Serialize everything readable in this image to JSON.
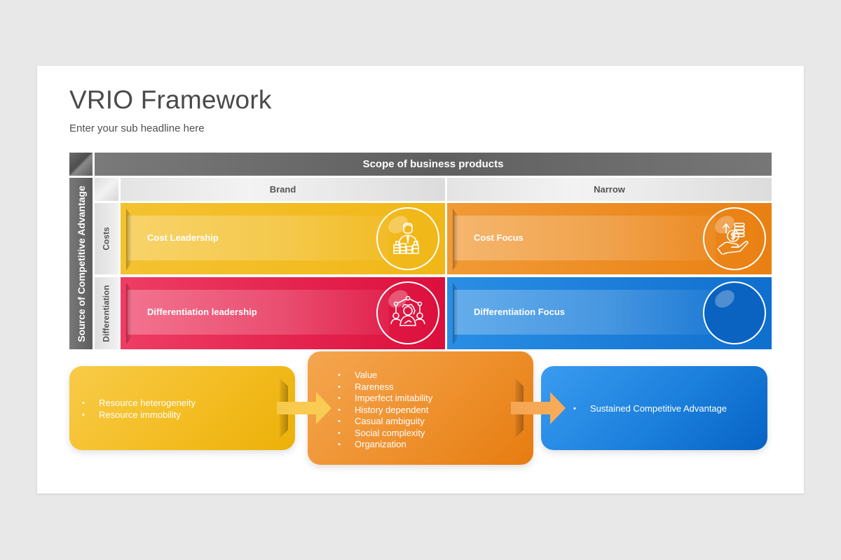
{
  "slide": {
    "title": "VRIO Framework",
    "subtitle": "Enter your sub headline here"
  },
  "matrix": {
    "top_header": "Scope of business products",
    "side_header": "Source of Competitive Advantage",
    "columns": [
      "Brand",
      "Narrow"
    ],
    "rows": [
      "Costs",
      "Differentiation"
    ],
    "cells": [
      {
        "label": "Cost Leadership",
        "color": "#f2b91c",
        "icon": "businessman-money-icon"
      },
      {
        "label": "Cost Focus",
        "color": "#ec8a22",
        "icon": "hand-coins-dollar-icon"
      },
      {
        "label": "Differentiation leadership",
        "color": "#e4204c",
        "icon": "team-leader-network-icon"
      },
      {
        "label": "Differentiation Focus",
        "color": "#1b7fdc",
        "icon": "empty-circle"
      }
    ]
  },
  "flow": {
    "box1": {
      "items": [
        "Resource heterogeneity",
        "Resource immobility"
      ],
      "color": "#f3bb1f"
    },
    "box2": {
      "items": [
        "Value",
        "Rareness",
        "Imperfect imitability",
        "History dependent",
        "Casual ambiguity",
        "Social complexity",
        "Organization"
      ],
      "color": "#ee902d"
    },
    "box3": {
      "items": [
        "Sustained Competitive Advantage"
      ],
      "color": "#1b7fdc"
    }
  },
  "colors": {
    "header_dark": "#666666",
    "header_light": "#e8e8e8",
    "title_text": "#4a4a4a"
  }
}
